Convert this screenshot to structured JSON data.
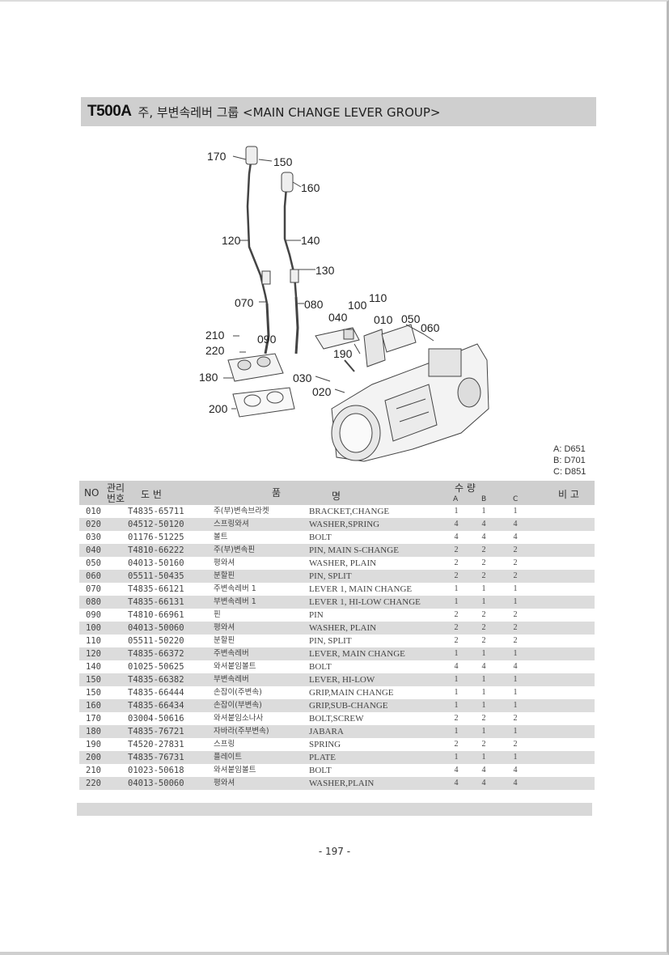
{
  "title": {
    "code": "T500A",
    "text": "주, 부변속레버 그룹 <MAIN CHANGE LEVER GROUP>"
  },
  "diagram": {
    "callouts": [
      "170",
      "150",
      "160",
      "120",
      "140",
      "130",
      "070",
      "080",
      "100",
      "110",
      "040",
      "010",
      "050",
      "060",
      "210",
      "090",
      "220",
      "190",
      "180",
      "030",
      "020",
      "200"
    ]
  },
  "models": [
    "A: D651",
    "B: D701",
    "C: D851"
  ],
  "table": {
    "headers": {
      "no": "NO",
      "ref_top": "관리",
      "ref_bottom": "번호",
      "drawing": "도      번",
      "name_kr": "품",
      "name_en": "명",
      "qty": "수      량",
      "qa": "A",
      "qb": "B",
      "qc": "C",
      "remark": "비 고"
    },
    "rows": [
      {
        "no": "010",
        "code": "T4835-65711",
        "kr": "주(부)변속브라켓",
        "en": "BRACKET,CHANGE",
        "a": "1",
        "b": "1",
        "c": "1"
      },
      {
        "no": "020",
        "code": "04512-50120",
        "kr": "스프링와셔",
        "en": "WASHER,SPRING",
        "a": "4",
        "b": "4",
        "c": "4"
      },
      {
        "no": "030",
        "code": "01176-51225",
        "kr": "볼트",
        "en": "BOLT",
        "a": "4",
        "b": "4",
        "c": "4"
      },
      {
        "no": "040",
        "code": "T4810-66222",
        "kr": "주(부)변속핀",
        "en": "PIN, MAIN S-CHANGE",
        "a": "2",
        "b": "2",
        "c": "2"
      },
      {
        "no": "050",
        "code": "04013-50160",
        "kr": "평와셔",
        "en": "WASHER, PLAIN",
        "a": "2",
        "b": "2",
        "c": "2"
      },
      {
        "no": "060",
        "code": "05511-50435",
        "kr": "분할핀",
        "en": "PIN, SPLIT",
        "a": "2",
        "b": "2",
        "c": "2"
      },
      {
        "no": "070",
        "code": "T4835-66121",
        "kr": "주변속레버 1",
        "en": "LEVER 1, MAIN CHANGE",
        "a": "1",
        "b": "1",
        "c": "1"
      },
      {
        "no": "080",
        "code": "T4835-66131",
        "kr": "부변속레버 1",
        "en": "LEVER 1, HI-LOW CHANGE",
        "a": "1",
        "b": "1",
        "c": "1"
      },
      {
        "no": "090",
        "code": "T4810-66961",
        "kr": "핀",
        "en": "PIN",
        "a": "2",
        "b": "2",
        "c": "2"
      },
      {
        "no": "100",
        "code": "04013-50060",
        "kr": "평와셔",
        "en": "WASHER, PLAIN",
        "a": "2",
        "b": "2",
        "c": "2"
      },
      {
        "no": "110",
        "code": "05511-50220",
        "kr": "분할핀",
        "en": "PIN, SPLIT",
        "a": "2",
        "b": "2",
        "c": "2"
      },
      {
        "no": "120",
        "code": "T4835-66372",
        "kr": "주변속레버",
        "en": "LEVER, MAIN CHANGE",
        "a": "1",
        "b": "1",
        "c": "1"
      },
      {
        "no": "140",
        "code": "01025-50625",
        "kr": "와셔붙임볼트",
        "en": "BOLT",
        "a": "4",
        "b": "4",
        "c": "4"
      },
      {
        "no": "150",
        "code": "T4835-66382",
        "kr": "부변속레버",
        "en": "LEVER, HI-LOW",
        "a": "1",
        "b": "1",
        "c": "1"
      },
      {
        "no": "150",
        "code": "T4835-66444",
        "kr": "손잡이(주변속)",
        "en": "GRIP,MAIN CHANGE",
        "a": "1",
        "b": "1",
        "c": "1"
      },
      {
        "no": "160",
        "code": "T4835-66434",
        "kr": "손잡이(부변속)",
        "en": "GRIP,SUB-CHANGE",
        "a": "1",
        "b": "1",
        "c": "1"
      },
      {
        "no": "170",
        "code": "03004-50616",
        "kr": "와셔붙임소나사",
        "en": "BOLT,SCREW",
        "a": "2",
        "b": "2",
        "c": "2"
      },
      {
        "no": "180",
        "code": "T4835-76721",
        "kr": "자바라(주부변속)",
        "en": "JABARA",
        "a": "1",
        "b": "1",
        "c": "1"
      },
      {
        "no": "190",
        "code": "T4520-27831",
        "kr": "스프링",
        "en": "SPRING",
        "a": "2",
        "b": "2",
        "c": "2"
      },
      {
        "no": "200",
        "code": "T4835-76731",
        "kr": "플레이트",
        "en": "PLATE",
        "a": "1",
        "b": "1",
        "c": "1"
      },
      {
        "no": "210",
        "code": "01023-50618",
        "kr": "와셔붙임볼트",
        "en": "BOLT",
        "a": "4",
        "b": "4",
        "c": "4"
      },
      {
        "no": "220",
        "code": "04013-50060",
        "kr": "평와셔",
        "en": "WASHER,PLAIN",
        "a": "4",
        "b": "4",
        "c": "4"
      }
    ]
  },
  "page_number": "- 197 -"
}
